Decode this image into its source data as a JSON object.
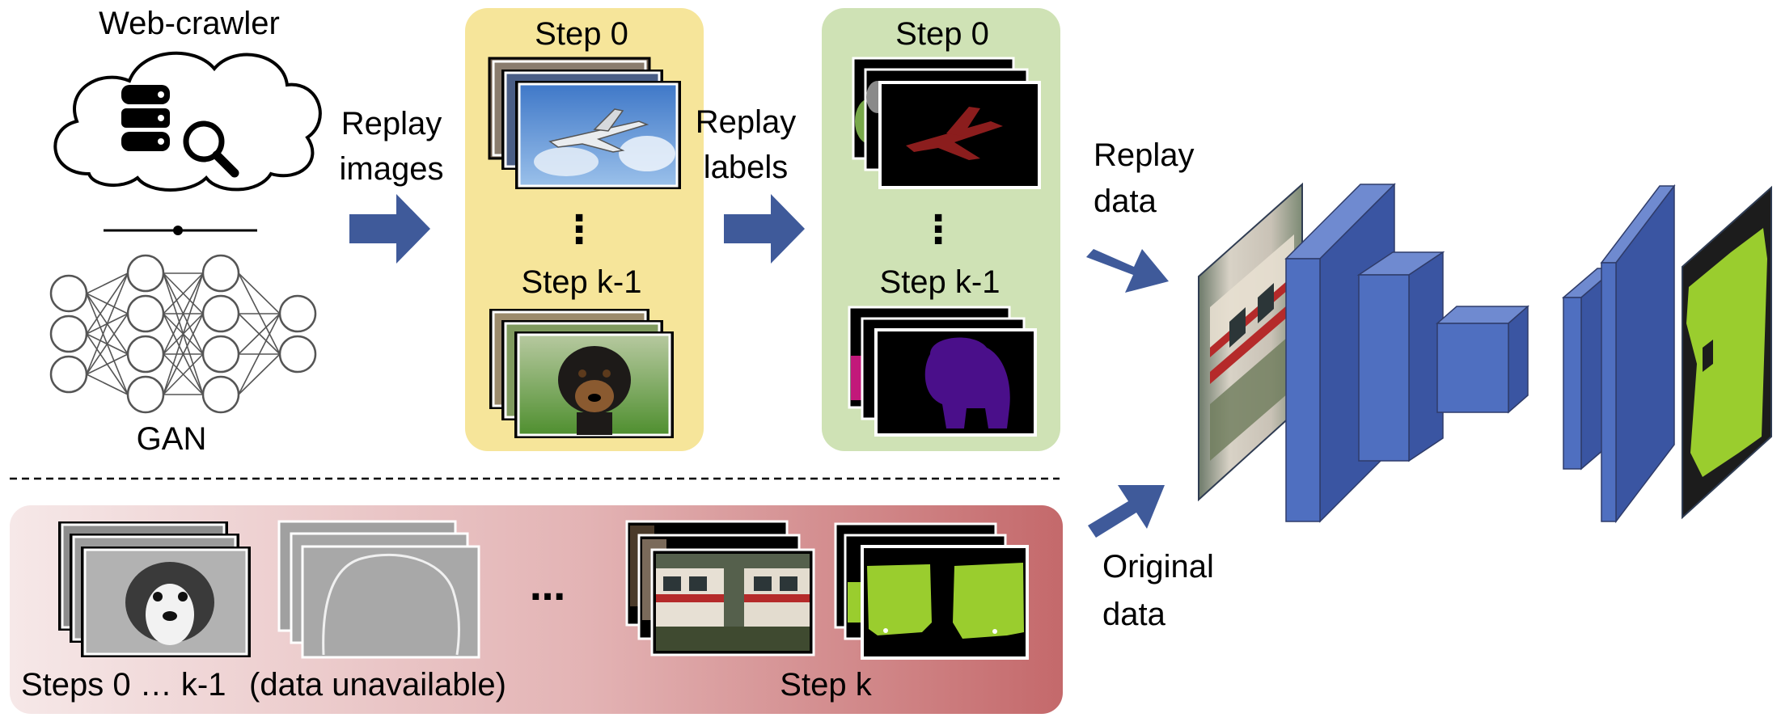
{
  "sources": {
    "web_crawler_label": "Web-crawler",
    "gan_label": "GAN"
  },
  "arrows": {
    "replay_images_line1": "Replay",
    "replay_images_line2": "images",
    "replay_labels_line1": "Replay",
    "replay_labels_line2": "labels",
    "replay_data_line1": "Replay",
    "replay_data_line2": "data",
    "original_data_line1": "Original",
    "original_data_line2": "data"
  },
  "image_panel": {
    "top_label": "Step 0",
    "bottom_label": "Step k-1",
    "ellipsis": "⋮",
    "background": "#f6e59a"
  },
  "label_panel": {
    "top_label": "Step 0",
    "bottom_label": "Step k-1",
    "ellipsis": "⋮",
    "background": "#cfe2b5"
  },
  "bottom_panel": {
    "steps_label": "Steps 0 … k-1",
    "unavailable_label": "(data unavailable)",
    "ellipsis": "…",
    "current_step_label": "Step k"
  },
  "colors": {
    "arrow": "#3f5a9a",
    "network_block_front": "#4f6fc0",
    "network_block_side": "#3a55a2",
    "network_block_top": "#6f8ad0",
    "mask_green": "#9acd2e",
    "red_panel_end": "#c4696b"
  },
  "icons": [
    "cloud-icon",
    "database-icon",
    "magnifier-icon",
    "neural-network-icon"
  ]
}
